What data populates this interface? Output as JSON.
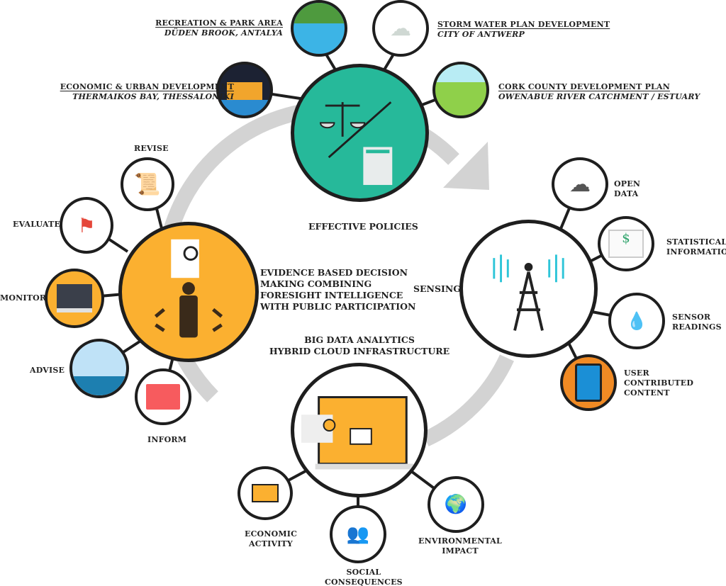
{
  "policies": {
    "label": "EFFECTIVE POLICIES",
    "cases": [
      {
        "title": "RECREATION & PARK AREA",
        "subtitle": "DÜDEN BROOK, ANTALYA",
        "icon": "river-park-icon"
      },
      {
        "title": "STORM WATER PLAN DEVELOPMENT",
        "subtitle": "CITY OF ANTWERP",
        "icon": "rain-cloud-icon"
      },
      {
        "title": "ECONOMIC & URBAN DEVELOPMENT",
        "subtitle": "THERMAIKOS BAY, THESSALONIKI",
        "icon": "city-skyline-icon"
      },
      {
        "title": "CORK COUNTY DEVELOPMENT PLAN",
        "subtitle": "OWENABUE RIVER CATCHMENT / ESTUARY",
        "icon": "river-landscape-icon"
      }
    ]
  },
  "decision": {
    "label_lines": [
      "EVIDENCE BASED DECISION",
      "MAKING COMBINING",
      "FORESIGHT INTELLIGENCE",
      "WITH PUBLIC PARTICIPATION"
    ],
    "steps": [
      "REVISE",
      "EVALUATE",
      "MONITOR",
      "ADVISE",
      "INFORM"
    ]
  },
  "sensing": {
    "label": "SENSING",
    "sources": [
      {
        "lines": [
          "OPEN",
          "DATA"
        ]
      },
      {
        "lines": [
          "STATISTICAL",
          "INFORMATION"
        ]
      },
      {
        "lines": [
          "SENSOR",
          "READINGS"
        ]
      },
      {
        "lines": [
          "USER",
          "CONTRIBUTED",
          "CONTENT"
        ]
      }
    ]
  },
  "analytics": {
    "label_lines": [
      "BIG DATA ANALYTICS",
      "HYBRID CLOUD INFRASTRUCTURE"
    ],
    "impacts": [
      {
        "lines": [
          "ECONOMIC",
          "ACTIVITY"
        ]
      },
      {
        "lines": [
          "SOCIAL",
          "CONSEQUENCES"
        ]
      },
      {
        "lines": [
          "ENVIRONMENTAL",
          "IMPACT"
        ]
      }
    ]
  },
  "colors": {
    "policies": "#26b99a",
    "decision": "#fbb030",
    "ring": "#d3d3d3",
    "outline": "#1e1e1e"
  }
}
